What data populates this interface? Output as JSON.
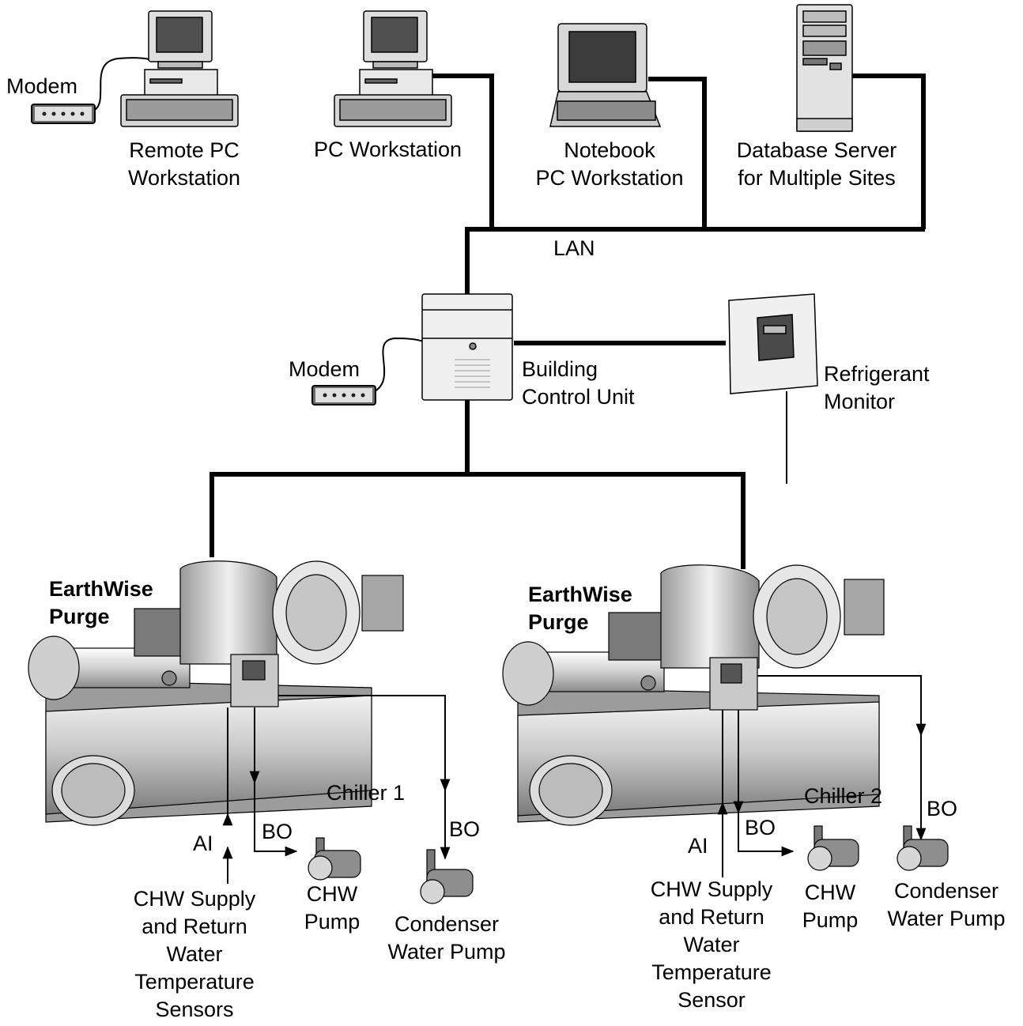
{
  "title": "",
  "network": {
    "lan_label": "LAN",
    "modem_top_label": "Modem",
    "modem_mid_label": "Modem"
  },
  "devices": {
    "remote_pc": [
      "Remote PC",
      "Workstation"
    ],
    "pc_workstation": [
      "PC Workstation"
    ],
    "notebook": [
      "Notebook",
      "PC Workstation"
    ],
    "database_server": [
      "Database Server",
      "for Multiple Sites"
    ],
    "building_control_unit": [
      "Building",
      "Control Unit"
    ],
    "refrigerant_monitor": [
      "Refrigerant",
      "Monitor"
    ]
  },
  "chiller1": {
    "name": "Chiller 1",
    "purge_label": [
      "EarthWise",
      "Purge"
    ],
    "ai_label": "AI",
    "bo_label_1": "BO",
    "bo_label_2": "BO",
    "sensor_label": [
      "CHW Supply",
      "and Return",
      "Water",
      "Temperature",
      "Sensors"
    ],
    "chw_pump_label": [
      "CHW",
      "Pump"
    ],
    "condenser_pump_label": [
      "Condenser",
      "Water Pump"
    ]
  },
  "chiller2": {
    "name": "Chiller 2",
    "purge_label": [
      "EarthWise",
      "Purge"
    ],
    "ai_label": "AI",
    "bo_label_1": "BO",
    "bo_label_2": "BO",
    "sensor_label": [
      "CHW Supply",
      "and Return",
      "Water",
      "Temperature",
      "Sensor"
    ],
    "chw_pump_label": [
      "CHW",
      "Pump"
    ],
    "condenser_pump_label": [
      "Condenser",
      "Water Pump"
    ]
  },
  "colors": {
    "line": "#000000",
    "device_light": "#e6e6e6",
    "device_mid": "#b4b4b4",
    "device_dark": "#5a5a5a",
    "chiller_body": "#bdbdbd"
  }
}
